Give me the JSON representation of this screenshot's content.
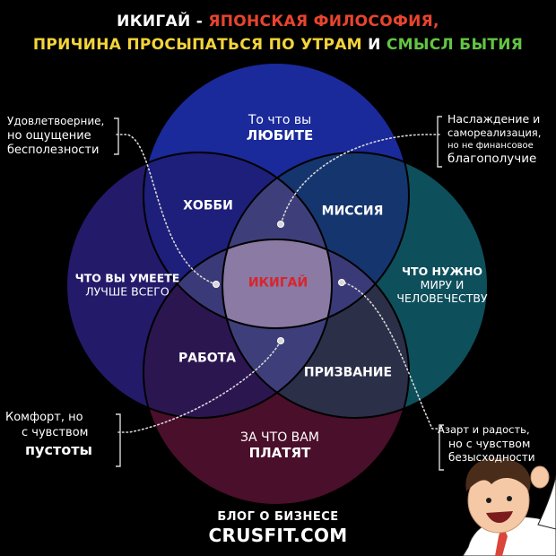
{
  "title": {
    "part1": "ИКИГАЙ",
    "part1_sep": " - ",
    "part2": "ЯПОНСКАЯ ФИЛОСОФИЯ,",
    "part3": "ПРИЧИНА ПРОСЫПАТЬСЯ ПО УТРАМ",
    "part3_sep": " И ",
    "part4": "СМЫСЛ БЫТИЯ"
  },
  "colors": {
    "part1": "#ffffff",
    "part2": "#e8442e",
    "part3": "#f3d43a",
    "part4": "#62c443",
    "circle_top": "#1a2a9a",
    "circle_left": "#231a6a",
    "circle_right": "#0e4f5c",
    "circle_bottom": "#4a0f2a",
    "center_label": "#d9242b"
  },
  "circles": {
    "top": {
      "line1": "То что вы",
      "line2": "ЛЮБИТЕ"
    },
    "left": {
      "line1": "ЧТО ВЫ УМЕЕТЕ",
      "line2": "ЛУЧШЕ ВСЕГО"
    },
    "right": {
      "line1": "ЧТО НУЖНО",
      "line2": "МИРУ И",
      "line3": "ЧЕЛОВЕЧЕСТВУ"
    },
    "bottom": {
      "line1": "ЗА ЧТО ВАМ",
      "line2": "ПЛАТЯТ"
    }
  },
  "overlaps": {
    "hobby": "ХОББИ",
    "mission": "МИССИЯ",
    "work": "РАБОТА",
    "vocation": "ПРИЗВАНИЕ",
    "center": "ИКИГАЙ"
  },
  "notes": {
    "top_left": {
      "line1": "Удовлетвоерние,",
      "line2": "но ощущение",
      "line3": "бесполезности"
    },
    "top_right": {
      "line1": "Наслаждение и",
      "line2": "самореализация,",
      "line3": "но не финансовое",
      "line4": "благополучие"
    },
    "bottom_left": {
      "line1": "Комфорт, но",
      "line2": "с чувством",
      "line3": "пустоты"
    },
    "bottom_right": {
      "line1": "Азарт и радость,",
      "line2": "но с чувством",
      "line3": "безысходности"
    }
  },
  "footer": {
    "line1": "БЛОГ О БИЗНЕСЕ",
    "line2": "CRUSFIT.COM"
  }
}
